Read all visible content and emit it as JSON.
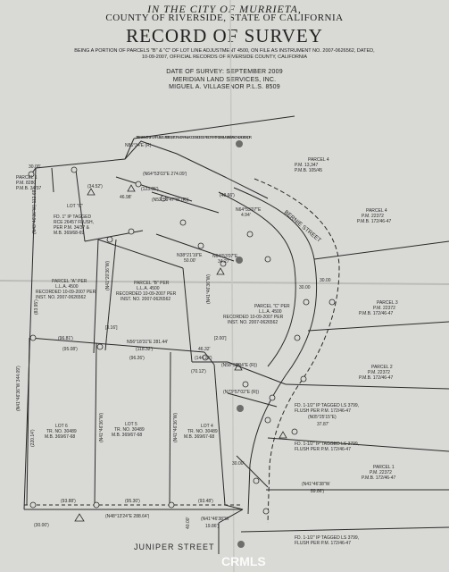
{
  "header": {
    "city": "IN THE CITY OF MURRIETA,",
    "county": "COUNTY OF RIVERSIDE, STATE OF CALIFORNIA",
    "title": "RECORD OF SURVEY",
    "description": "BEING A PORTION OF PARCELS \"B\" & \"C\" OF LOT LINE ADJUSTMENT 4500, ON FILE AS INSTRUMENT NO. 2007-0626562, DATED, 10-09-2007, OFFICIAL RECORDS OF RIVERSIDE COUNTY, CALIFORNIA",
    "date": "DATE OF SURVEY: SEPTEMBER 2009",
    "firm": "MERIDIAN LAND SERVICES, INC.",
    "surveyor": "MIGUEL A. VILLASENOR  P.L.S. 8509"
  },
  "labels": {
    "easement": "30' EASEMENT FOR PUBLIC UTILITIES, STORM DRAIN & ACCESS DEDICATED PER TR. 30489, M.B. 369/67-68 ON 12-10-2004, O.R.",
    "parcel1_top": "PARCEL 1",
    "pm8280": "P.M. 8280",
    "pm8280_ref": "P.M.B. 34/37",
    "parcel4_top": "PARCEL 4",
    "pm13347": "P.M. 13,347",
    "pm13347_ref": "P.M.B. 105/45",
    "parcel4_right": "PARCEL 4",
    "pm22372_a": "P.M. 22372",
    "pmb_a": "P.M.B. 172/46-47",
    "parcel3": "PARCEL 3",
    "pm22372_b": "P.M. 22372",
    "pmb_b": "P.M.B. 172/46-47",
    "parcel2": "PARCEL 2",
    "pm22372_c": "P.M. 22372",
    "pmb_c": "P.M.B. 172/46-47",
    "parcel1_r": "PARCEL 1",
    "pm22372_d": "P.M. 22372",
    "pmb_d": "P.M.B. 172/46-47",
    "fd_rce_1": "FD. 1\" IP TAGGED",
    "fd_rce_2": "RCE 26457 FLUSH,",
    "fd_rce_3": "PER P.M. 34/37 &",
    "fd_rce_4": "M.B. 369/68-69",
    "parcel_a": "PARCEL \"A\" PER",
    "lla_a": "L.L.A. 4500",
    "rec_a": "RECORDED 10-09-2007 PER",
    "inst_a": "INST. NO. 2007-0626562",
    "parcel_b": "PARCEL \"B\" PER",
    "lla_b": "L.L.A. 4500",
    "rec_b": "RECORDED 10-09-2007 PER",
    "inst_b": "INST. NO. 2007-0626562",
    "parcel_c": "PARCEL \"C\" PER",
    "lla_c": "L.L.A. 4500",
    "rec_c": "RECORDED 10-09-2007 PER",
    "inst_c": "INST. NO. 2007-0626562",
    "lot6": "LOT 6",
    "lot6_tr": "TR. NO. 30489",
    "lot6_mb": "M.B. 369/67-68",
    "lot5": "LOT 5",
    "lot5_tr": "TR. NO. 30489",
    "lot5_mb": "M.B. 369/67-68",
    "lot4": "LOT 4",
    "lot4_tr": "TR. NO. 30489",
    "lot4_mb": "M.B. 369/67-68",
    "lot_c": "LOT \"C\"",
    "fd_ls_1": "FD. 1-1/2\" IP TAGGED LS 3799,",
    "fd_ls_1b": "FLUSH PER P.M. 172/46-47",
    "fd_ls_2": "FD. 1-1/2\" IP TAGGED LS 3799,",
    "fd_ls_2b": "FLUSH PER P.M. 172/46-47",
    "fd_ls_3": "FD. 1-1/2\" IP TAGGED LS 3799,",
    "fd_ls_3b": "FLUSH PER P.M. 172/46-47",
    "street_bottom": "JUNIPER STREET",
    "street_right": "BERNIE STREET",
    "brg_top": "N86°34'E (R)",
    "brg_2": "(N64°53'03\"E  274.09')",
    "brg_3": "(123.85')",
    "brg_4": "(N52°59'47\"W (R))",
    "brg_5": "(34.52')",
    "brg_6": "46.98'",
    "brg_7": "(48.66')",
    "brg_8": "N64°53'07\"E",
    "brg_9": "4.94'",
    "brg_10": "N38°21'19\"E",
    "brg_11": "50.00'",
    "brg_12": "N64°53'07\"E",
    "brg_13": "34.27'",
    "brg_14": "N56°18'31\"E  281.44'",
    "brg_15": "(118.32')",
    "brg_16": "(96.26')",
    "brg_17": "(96.81')",
    "brg_18": "(95.08')",
    "brg_19": "[3.16']",
    "brg_20": "[2.00']",
    "brg_21": "46.32'",
    "brg_22": "(144.29')",
    "brg_23": "(70.12')",
    "brg_24": "(N58°38'34\"E (R))",
    "brg_25": "(N73°57'02\"E (R))",
    "brg_26": "(N05°25'15\"E)",
    "brg_27": "37.87'",
    "brg_28": "(N41°46'38\"W",
    "brg_29": "89.86')",
    "brg_30": "(93.88')",
    "brg_31": "(95.30')",
    "brg_32": "(93.48')",
    "brg_33": "(N48°13'24\"E  288.64')",
    "brg_34": "(N41°46'38\"W",
    "brg_35": "19.86')",
    "brg_36": "(30.00')",
    "brg_37": "30.00'",
    "brg_38": "30.00",
    "brg_39": "30.00",
    "brg_40": "30.00'",
    "brg_41": "40.00'",
    "vert_1": "(N43°46'36\"W)  112.69'",
    "vert_2": "(N41°46'36\"W  344.09')",
    "vert_3": "(83.95')",
    "vert_4": "(220.14')",
    "vert_5": "(N41°20'36\"W)",
    "vert_6": "(N41°46'36\"W)",
    "vert_7": "(N41°46'36\"W)",
    "vert_8": "(N41°46'36\"W)"
  },
  "watermark": "CRMLS",
  "colors": {
    "paper": "#d9d9d6",
    "ink": "#2a2a2a"
  }
}
